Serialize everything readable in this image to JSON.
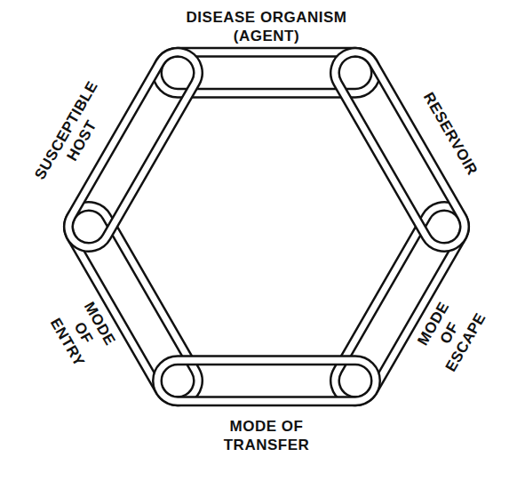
{
  "diagram": {
    "labels": [
      "DISEASE ORGANISM (AGENT)",
      "RESERVOIR",
      "MODE OF ESCAPE",
      "MODE OF TRANSFER",
      "MODE OF ENTRY",
      "SUSCEPTIBLE HOST"
    ]
  }
}
